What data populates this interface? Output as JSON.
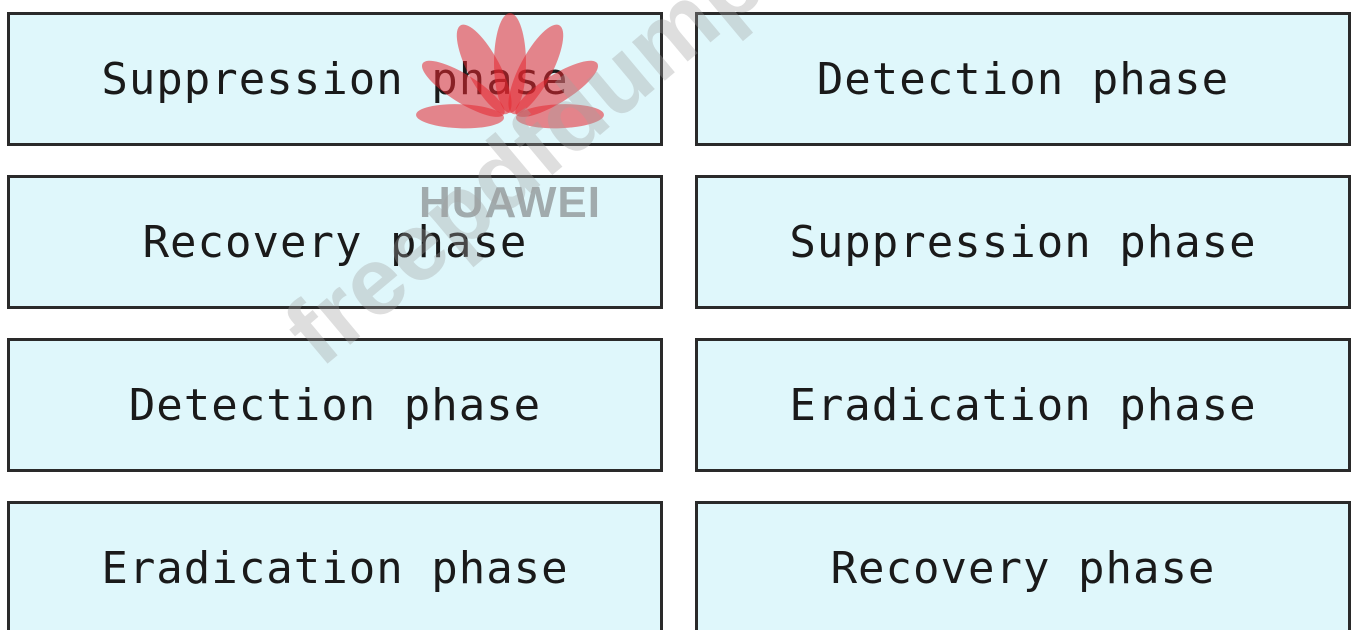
{
  "left_column": [
    {
      "label": "Suppression phase"
    },
    {
      "label": "Recovery phase"
    },
    {
      "label": "Detection phase"
    },
    {
      "label": "Eradication phase"
    }
  ],
  "right_column": [
    {
      "label": "Detection phase"
    },
    {
      "label": "Suppression phase"
    },
    {
      "label": "Eradication phase"
    },
    {
      "label": "Recovery phase"
    }
  ],
  "watermark": {
    "logo_text": "HUAWEI",
    "site_text": "freepdfdumps.com",
    "logo_color": "#e5272f"
  }
}
